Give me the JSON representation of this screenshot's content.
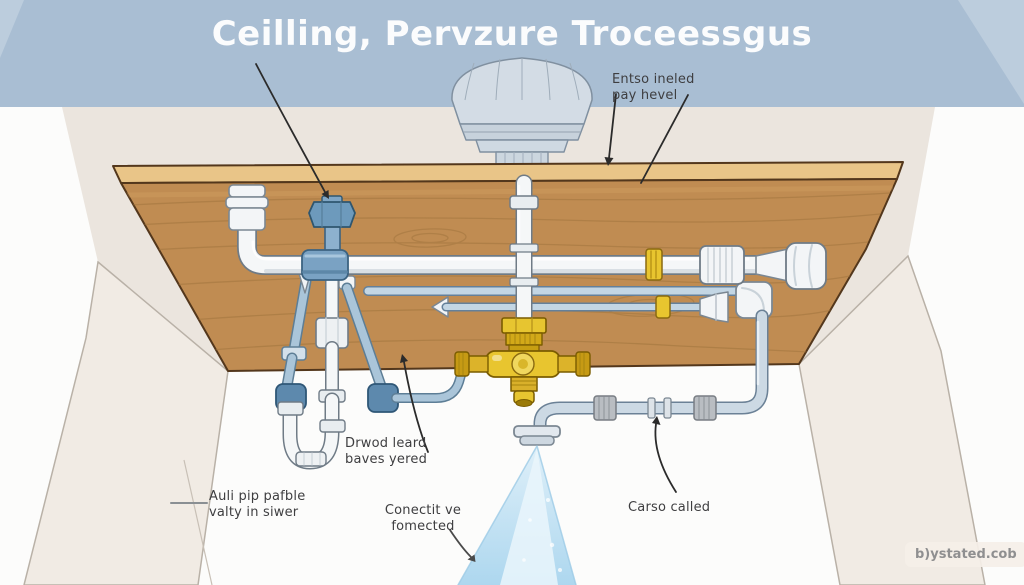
{
  "title": "Ceilling, Pervzure Troceessgus",
  "annotations": {
    "inlet_label": "Entso ineled\npay hevel",
    "trap_label": "Drwod leard\nbaves yered",
    "wall_label": "Auli pip pafble\nvalty in siwer",
    "spray_label": "Conectit ve\nfomected",
    "pipe_label": "Carso called"
  },
  "watermark": "b)ystated.cob",
  "scene": {
    "elements": [
      "ceiling-band",
      "ceiling-fixture",
      "wood-panel",
      "white-pvc-pipes",
      "blue-supply-pipes",
      "p-trap",
      "brass-mixing-valve",
      "spray-nozzle",
      "water-spray",
      "left-wall-panel",
      "right-wall-panel"
    ]
  },
  "colors": {
    "ceiling_blue": "#a9bed3",
    "ceiling_blue_light": "#bccddd",
    "wall_beige": "#ebe5de",
    "panel_beige": "#f1ebe4",
    "wood_brown": "#c08c52",
    "wood_edge": "#e9c588",
    "brass_gold": "#e8c52f",
    "pipe_blue": "#c3d6e4",
    "pipe_white": "#f5f7f8",
    "spray_blue": "#bfe0f2",
    "label_ink": "#3e3e40",
    "title_white": "#fbfcfd"
  }
}
